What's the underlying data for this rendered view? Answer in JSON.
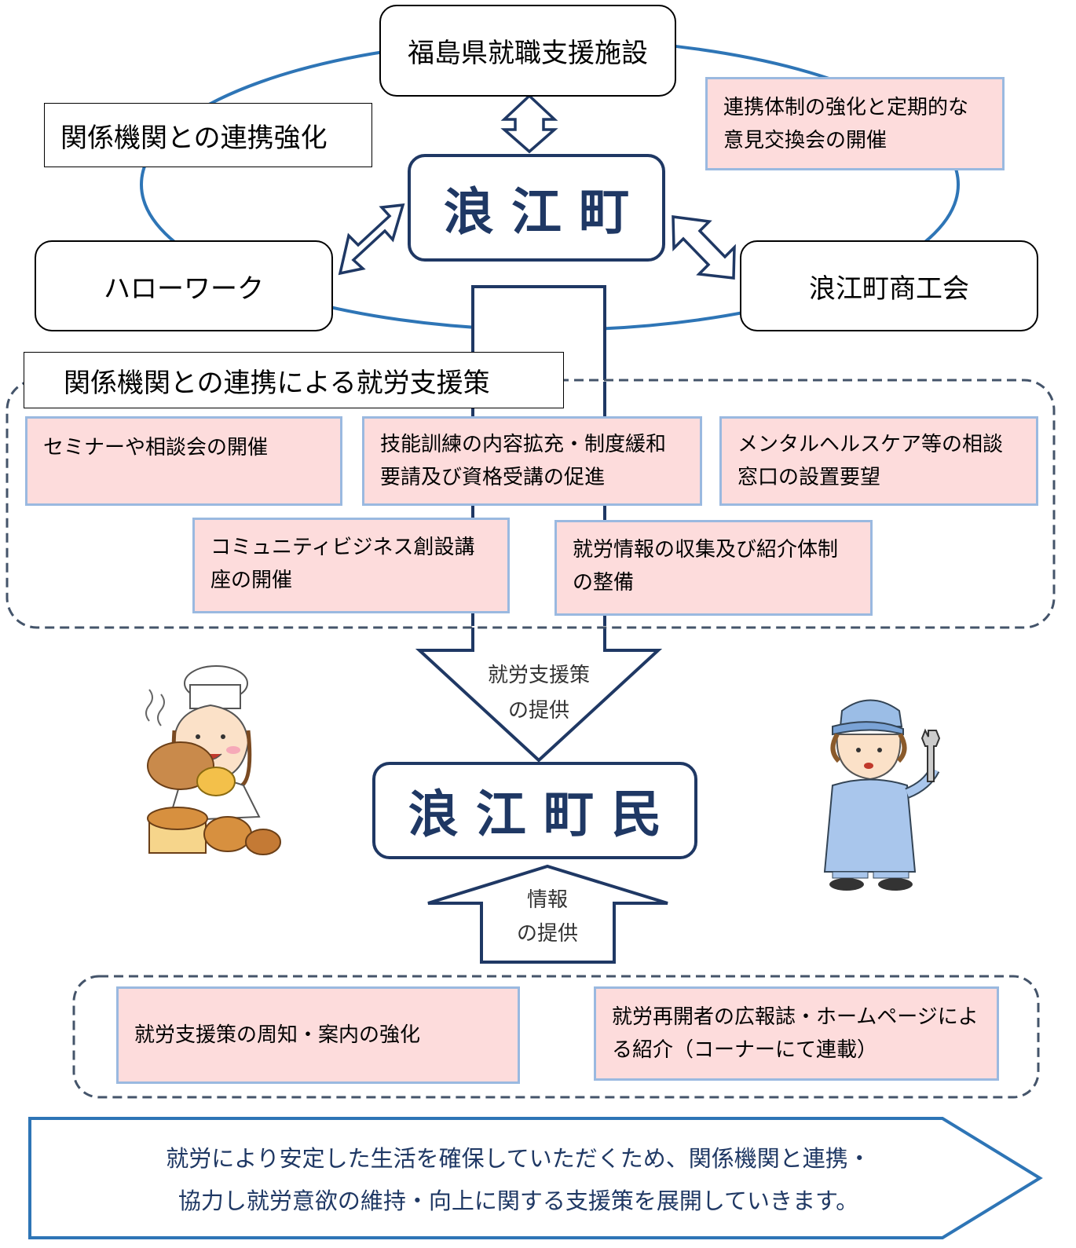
{
  "nodes": {
    "prefecture": "福島県就職支援施設",
    "cooperation_title": "関係機関との連携強化",
    "cooperation_note": "連携体制の強化と定期的な意見交換会の開催",
    "town": "浪 江 町",
    "hellowork": "ハローワーク",
    "commerce": "浪江町商工会",
    "residents": "浪 江 町 民"
  },
  "support_section": {
    "title": "関係機関との連携による就労支援策",
    "items": [
      "セミナーや相談会の開催",
      "技能訓練の内容拡充・制度緩和要請及び資格受講の促進",
      "メンタルヘルスケア等の相談窓口の設置要望",
      "コミュニティビジネス創設講座の開催",
      "就労情報の収集及び紹介体制の整備"
    ]
  },
  "arrows": {
    "provide_support_line1": "就労支援策",
    "provide_support_line2": "の提供",
    "provide_info_line1": "情報",
    "provide_info_line2": "の提供"
  },
  "info_section": {
    "items": [
      "就労支援策の周知・案内の強化",
      "就労再開者の広報誌・ホームページによる紹介（コーナーにて連載）"
    ]
  },
  "footer": {
    "line1": "就労により安定した生活を確保していただくため、関係機関と連携・",
    "line2": "協力し就労意欲の維持・向上に関する支援策を展開していきます。"
  },
  "illustrations": [
    "baker-illustration",
    "mechanic-illustration"
  ],
  "colors": {
    "navy": "#1f3864",
    "blue": "#2e75b6",
    "pink": "#fddcdc",
    "pink_border": "#9ab9e0",
    "dash": "#44546a"
  }
}
